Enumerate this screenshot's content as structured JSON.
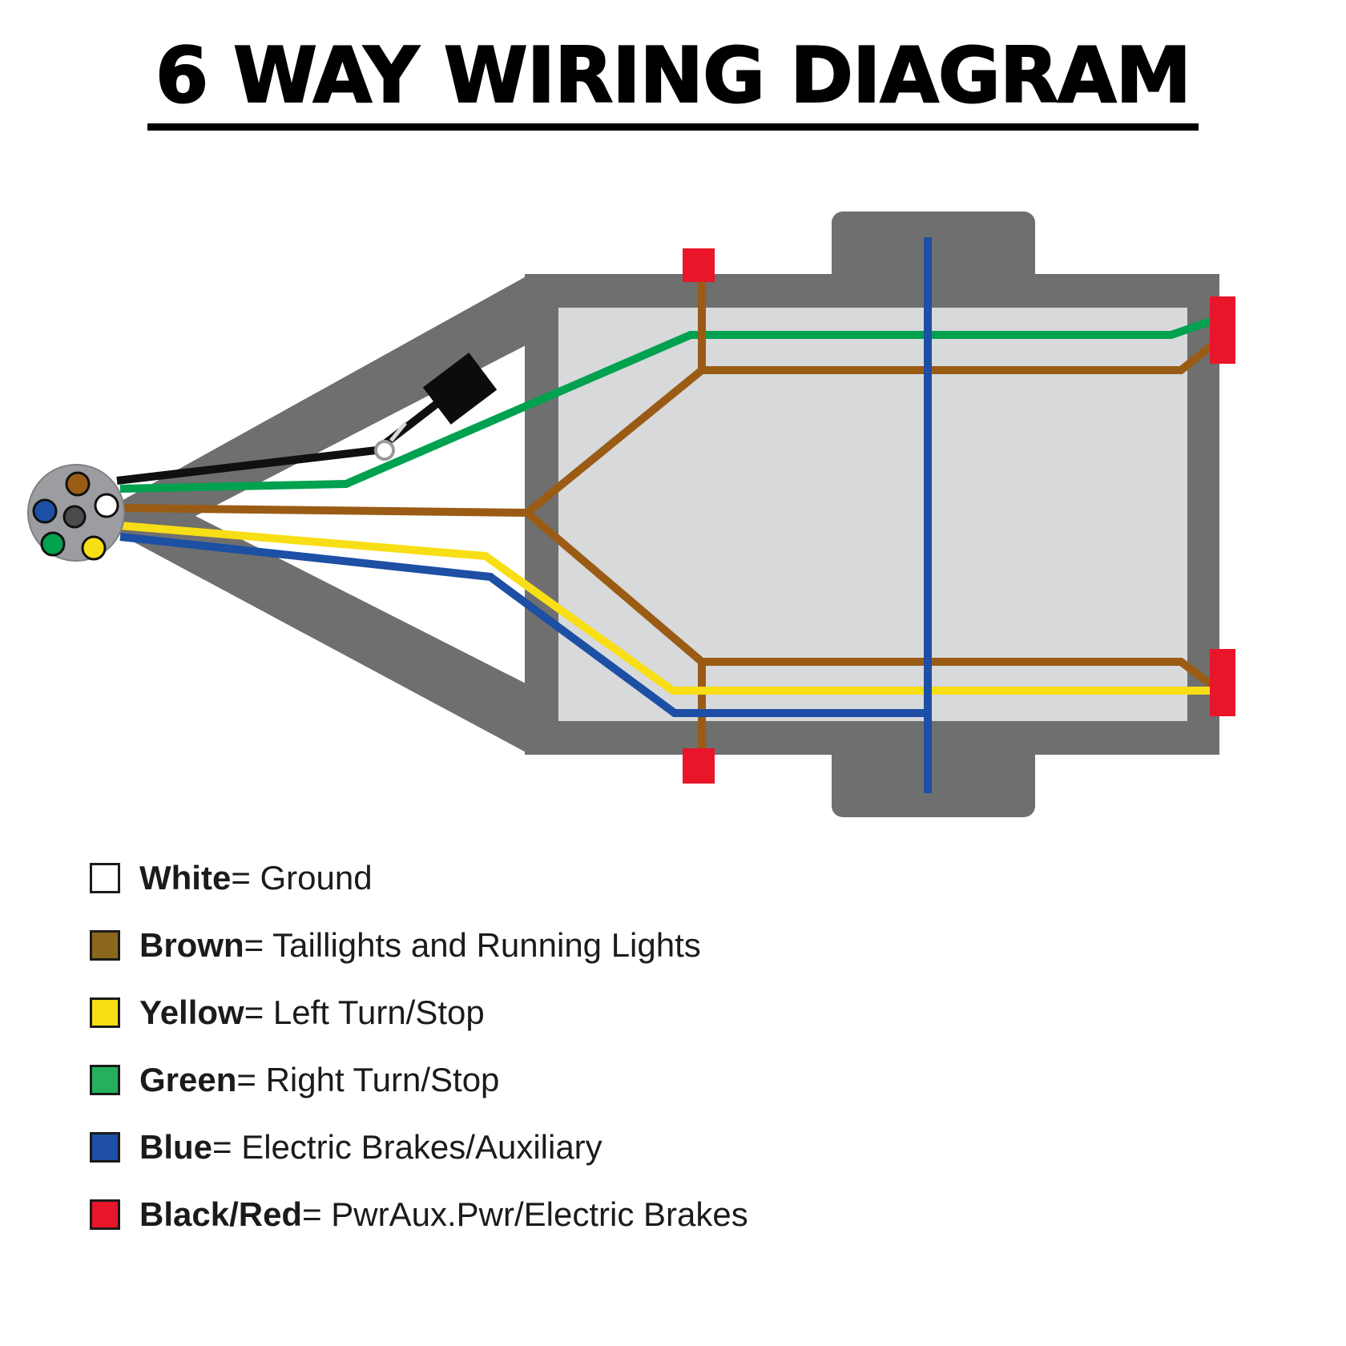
{
  "title": "6 WAY WIRING DIAGRAM",
  "diagram": {
    "frame_color": "#6f6f6f",
    "body_color": "#d7d9db",
    "connector_color": "#9b9da0",
    "light_color": "#e8152b",
    "switch_color": "#0c0c0c",
    "wires": {
      "white": "#ffffff",
      "brown": "#9a5c15",
      "yellow": "#f8de15",
      "green": "#00a14f",
      "blue": "#1d4fa5",
      "black": "#101010"
    },
    "pins": {
      "brown": "#9a5c15",
      "blue": "#1d4fa5",
      "white": "#ffffff",
      "center": "#4b4b4b",
      "green": "#00a14f",
      "yellow": "#f8de15"
    }
  },
  "legend": {
    "items": [
      {
        "name": "White",
        "desc": "= Ground",
        "color": "#ffffff"
      },
      {
        "name": "Brown",
        "desc": "= Taillights and Running Lights",
        "color": "#8a671c"
      },
      {
        "name": "Yellow",
        "desc": "= Left Turn/Stop",
        "color": "#f8de15"
      },
      {
        "name": "Green",
        "desc": "= Right Turn/Stop",
        "color": "#27b05b"
      },
      {
        "name": "Blue",
        "desc": "= Electric Brakes/Auxiliary",
        "color": "#1d4fa5"
      },
      {
        "name": "Black/Red",
        "desc": "= PwrAux.Pwr/Electric Brakes",
        "color": "#e8152b"
      }
    ]
  }
}
